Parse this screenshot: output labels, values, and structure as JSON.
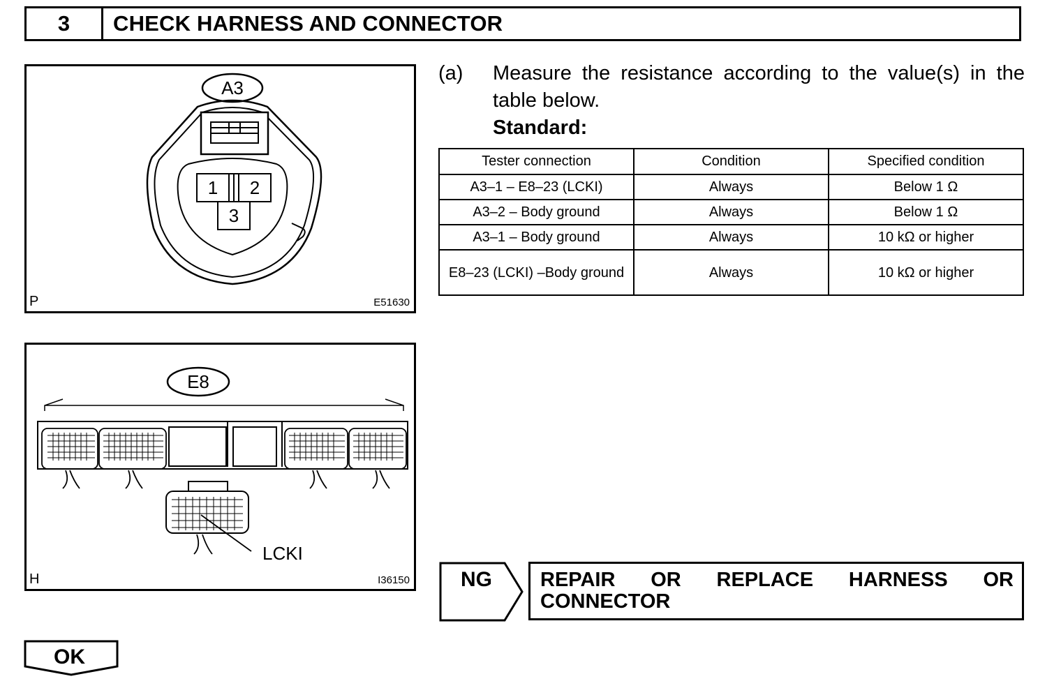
{
  "header": {
    "step_number": "3",
    "title": "CHECK HARNESS AND CONNECTOR"
  },
  "figure_a3": {
    "connector_label": "A3",
    "pins": [
      "1",
      "2",
      "3"
    ],
    "corner_letter": "P",
    "figure_id": "E51630"
  },
  "figure_e8": {
    "connector_label": "E8",
    "pointer_label": "LCKI",
    "corner_letter": "H",
    "figure_id": "I36150"
  },
  "instruction": {
    "tag": "(a)",
    "text": "Measure the resistance according to the value(s) in the table below.",
    "standard_label": "Standard:"
  },
  "table": {
    "headers": [
      "Tester connection",
      "Condition",
      "Specified condition"
    ],
    "rows": [
      [
        "A3–1 – E8–23 (LCKI)",
        "Always",
        "Below 1 Ω"
      ],
      [
        "A3–2 – Body ground",
        "Always",
        "Below 1 Ω"
      ],
      [
        "A3–1 – Body ground",
        "Always",
        "10 kΩ or higher"
      ],
      [
        "E8–23 (LCKI) –Body ground",
        "Always",
        "10 kΩ or higher"
      ]
    ]
  },
  "ng": {
    "label": "NG",
    "result_words": [
      "REPAIR",
      "OR",
      "REPLACE",
      "HARNESS",
      "OR"
    ],
    "result_line2": "CONNECTOR"
  },
  "ok": {
    "label": "OK"
  }
}
